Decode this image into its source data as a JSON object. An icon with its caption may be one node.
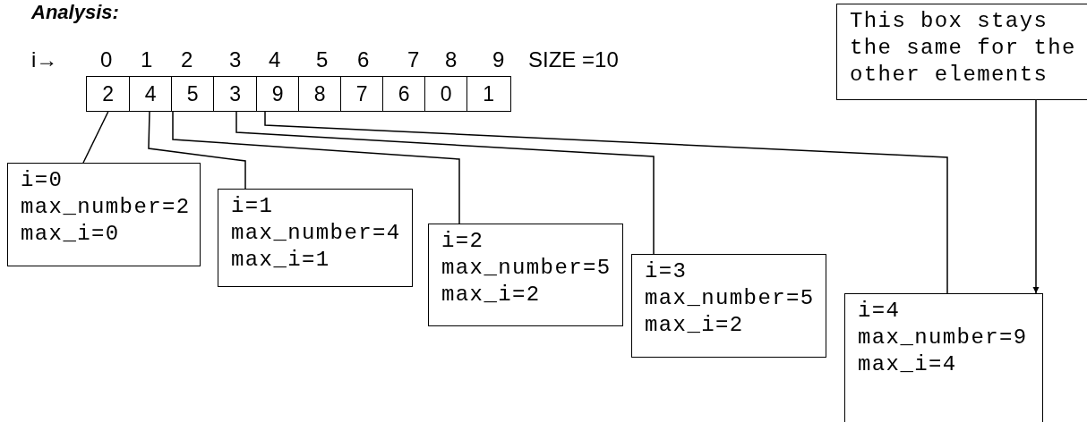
{
  "diagram": {
    "title": "Analysis:",
    "nodes": [
      {
        "text": [
          "2"
        ]
      },
      {
        "text": [
          "4"
        ]
      },
      {
        "text": [
          "5"
        ]
      },
      {
        "text": [
          "3"
        ]
      },
      {
        "text": [
          "9"
        ]
      },
      {
        "text": [
          "8"
        ]
      },
      {
        "text": [
          "7"
        ]
      },
      {
        "text": [
          "6"
        ]
      },
      {
        "text": [
          "0"
        ]
      },
      {
        "text": [
          "1"
        ]
      },
      {
        "text": [
          "This box stays the same for the other elements"
        ]
      },
      {
        "text": [
          "i=0 max_number=2 max_i=0"
        ]
      },
      {
        "text": [
          "i=1 max_number=4 max_i=1"
        ]
      },
      {
        "text": [
          "i=2 max_number=5 max_i=2"
        ]
      },
      {
        "text": [
          "i=3 max_number=5 max_i=2"
        ]
      },
      {
        "text": [
          "i=4 max_number=9 max_i=4"
        ]
      }
    ],
    "edges": [
      {
        "from": 0,
        "to": 11,
        "arrow": "none"
      },
      {
        "from": 1,
        "to": 12,
        "arrow": "none"
      },
      {
        "from": 2,
        "to": 13,
        "arrow": "none"
      },
      {
        "from": 3,
        "to": 14,
        "arrow": "none"
      },
      {
        "from": 4,
        "to": 15,
        "arrow": "none"
      },
      {
        "from": 10,
        "to": 15,
        "arrow": "to"
      }
    ],
    "labels": [
      "i→",
      "0",
      "1",
      "2",
      "3",
      "4",
      "5",
      "6",
      "7",
      "8",
      "9",
      "SIZE =10"
    ]
  }
}
